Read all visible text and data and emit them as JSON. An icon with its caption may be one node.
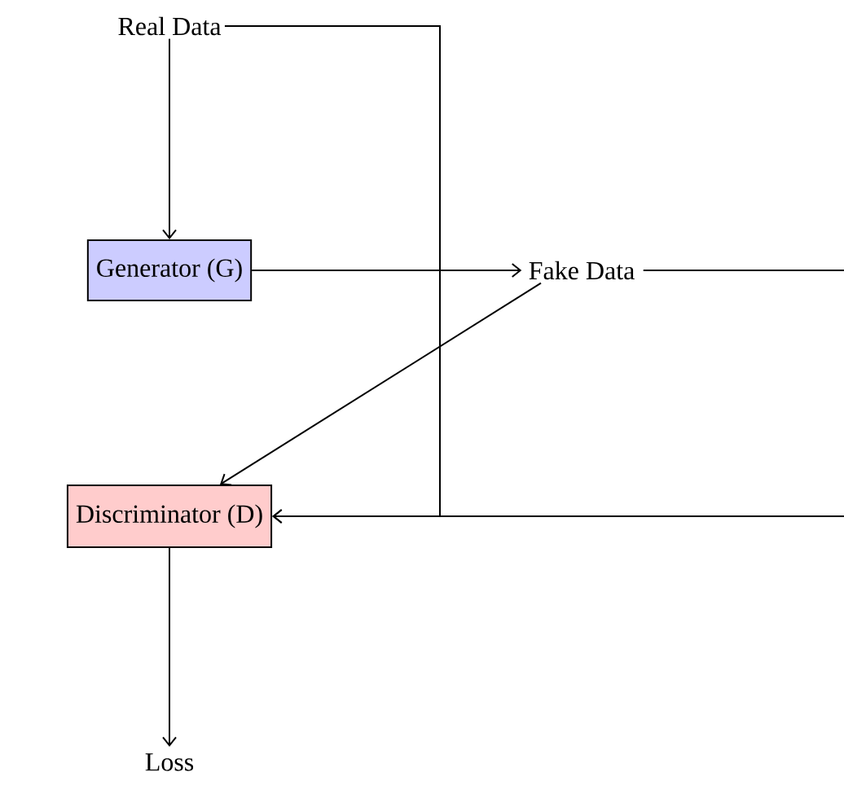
{
  "diagram": {
    "nodes": [
      {
        "text": [
          "Real Data"
        ]
      },
      {
        "text": [
          "Generator (G)"
        ]
      },
      {
        "text": [
          "Fake Data"
        ]
      },
      {
        "text": [
          "Discriminator (D)"
        ]
      },
      {
        "text": [
          "Loss"
        ]
      }
    ],
    "edges": [
      {
        "from": 0,
        "to": 1,
        "arrow": "to"
      },
      {
        "from": 1,
        "to": 2,
        "arrow": "to"
      },
      {
        "from": 2,
        "to": 3,
        "arrow": "to"
      },
      {
        "from": 0,
        "to": 3,
        "arrow": "to"
      },
      {
        "from": 2,
        "to": null,
        "arrow": "none"
      },
      {
        "from": null,
        "to": 3,
        "arrow": "to"
      },
      {
        "from": 3,
        "to": 4,
        "arrow": "to"
      }
    ]
  }
}
